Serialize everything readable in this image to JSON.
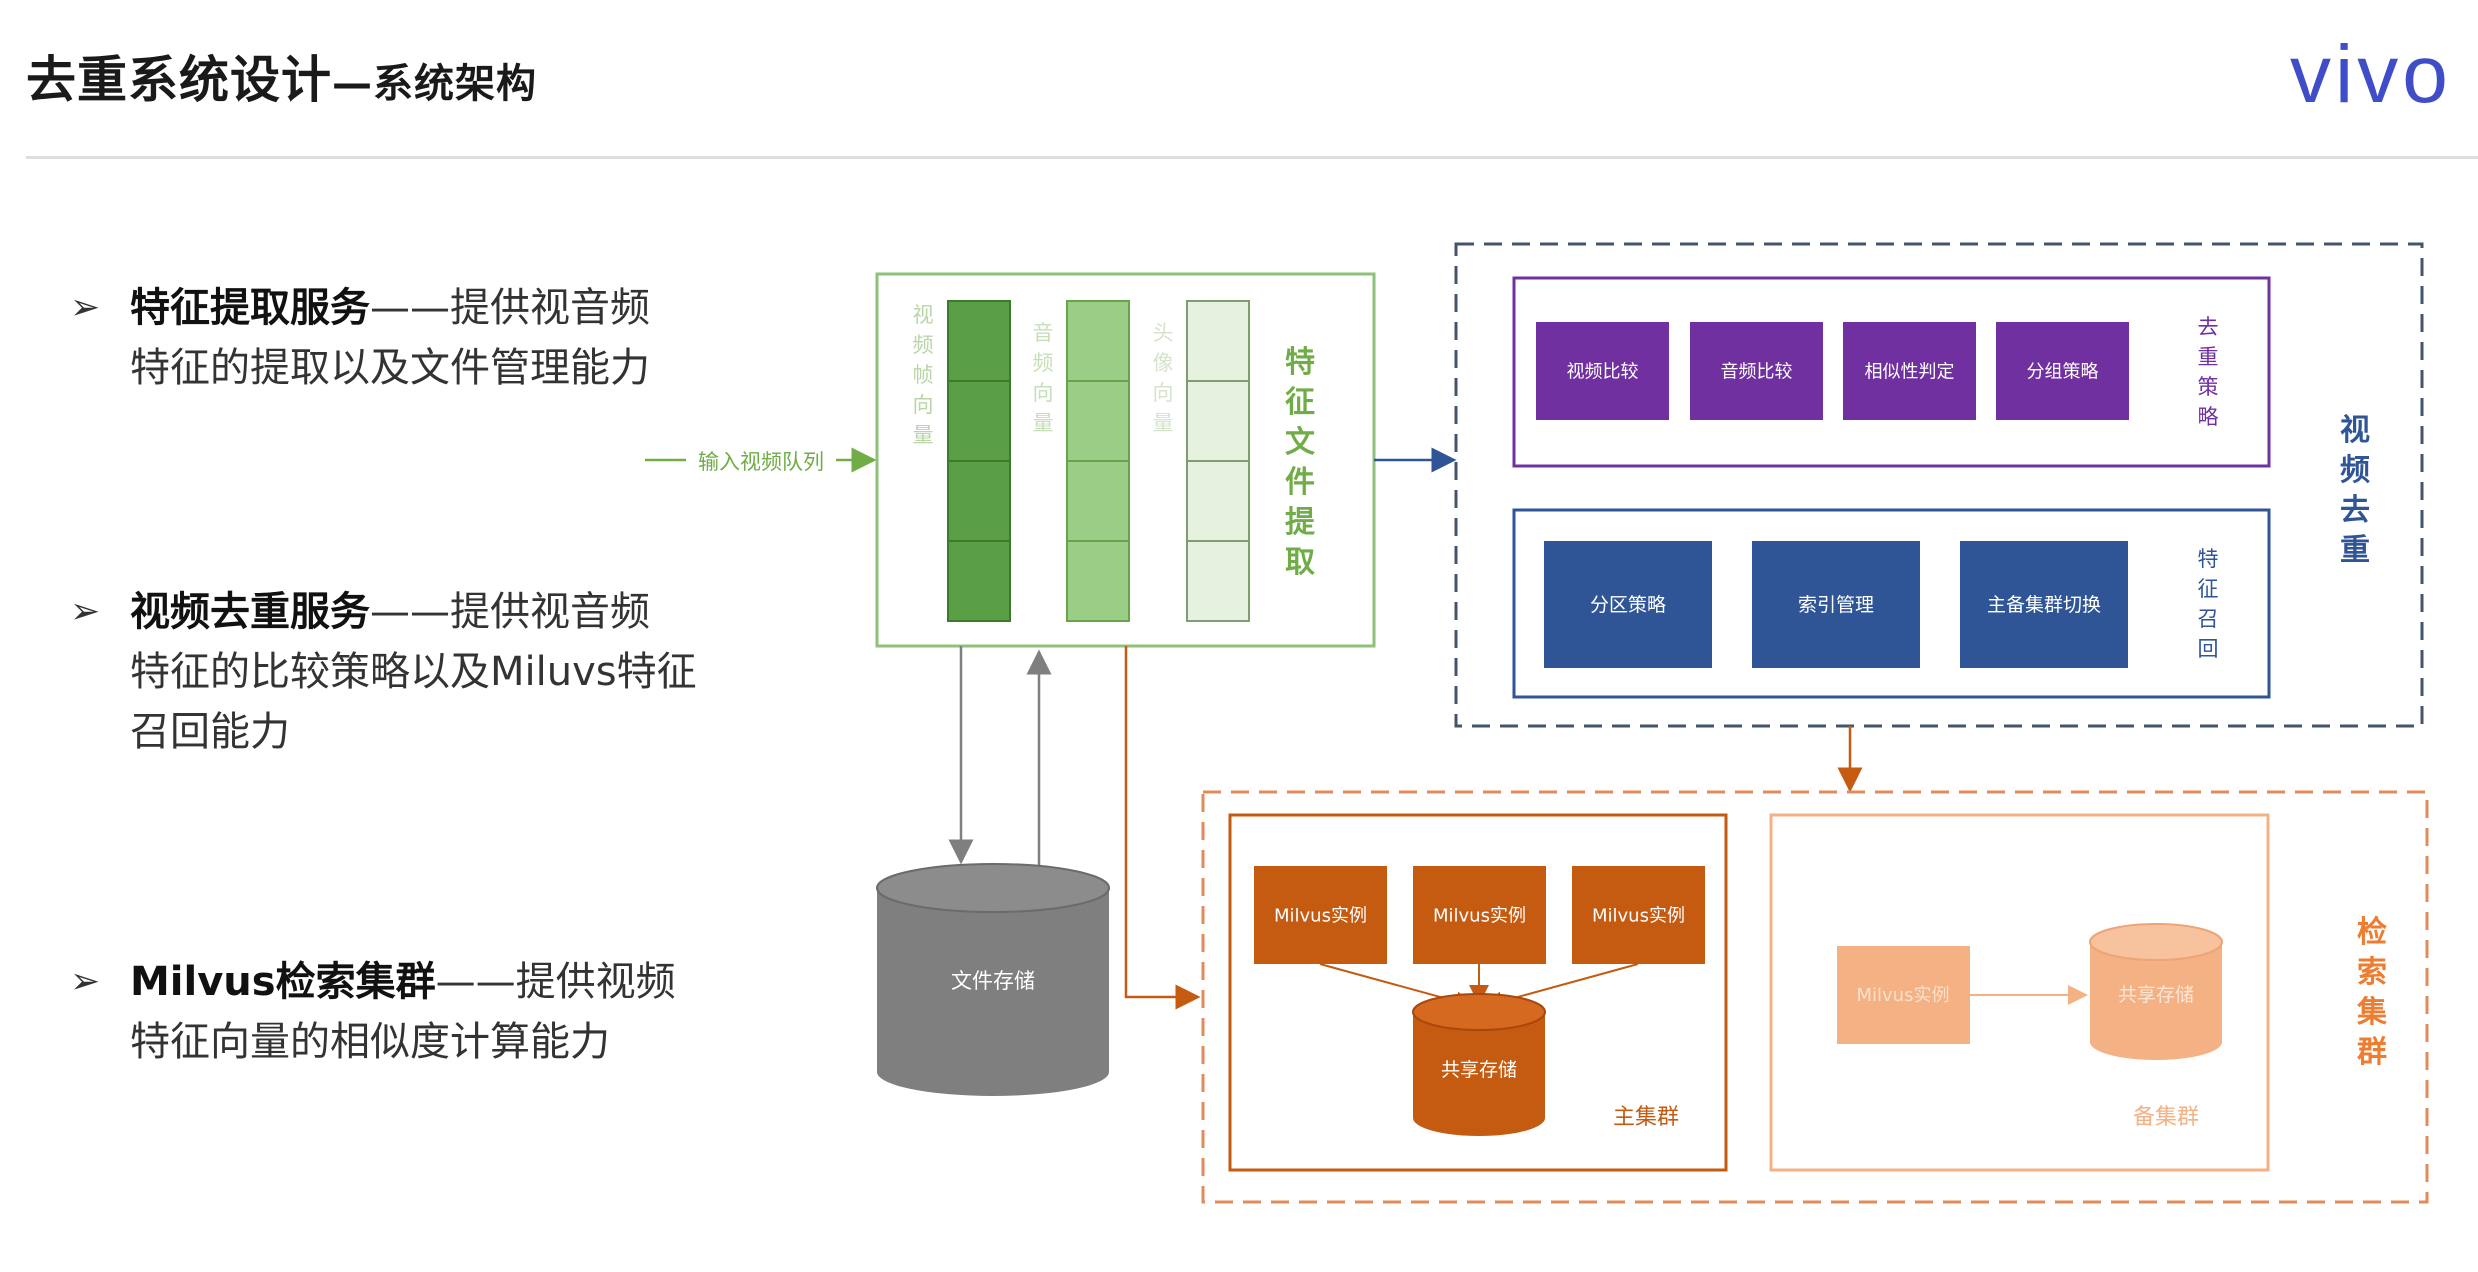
{
  "header": {
    "title": "去重系统设计",
    "subtitle": "—系统架构",
    "logo": "vivo"
  },
  "bullets": [
    {
      "bold": "特征提取服务",
      "rest": "——提供视音频",
      "line2": "特征的提取以及文件管理能力",
      "line3": ""
    },
    {
      "bold": "视频去重服务",
      "rest": "——提供视音频",
      "line2": "特征的比较策略以及Miluvs特征",
      "line3": "召回能力"
    },
    {
      "bold": "Milvus检索集群",
      "rest": "——提供视频",
      "line2": "特征向量的相似度计算能力",
      "line3": ""
    }
  ],
  "diagram": {
    "input_label": "输入视频队列",
    "extraction": {
      "columns": [
        "视频帧向量",
        "音频向量",
        "头像向量"
      ],
      "label": "特征文件提取"
    },
    "storage": "文件存储",
    "dedup": {
      "label": "视频去重",
      "strategy": {
        "label": "去重策略",
        "items": [
          "视频比较",
          "音频比较",
          "相似性判定",
          "分组策略"
        ]
      },
      "recall": {
        "label": "特征召回",
        "items": [
          "分区策略",
          "索引管理",
          "主备集群切换"
        ]
      }
    },
    "cluster": {
      "label": "检索集群",
      "main": {
        "label": "主集群",
        "instances": [
          "Milvus实例",
          "Milvus实例",
          "Milvus实例"
        ],
        "shared": "共享存储"
      },
      "backup": {
        "label": "备集群",
        "instance": "Milvus实例",
        "shared": "共享存储"
      }
    },
    "colors": {
      "green_border": "#8fc17a",
      "green_dark": "#5a9e45",
      "green_mid": "#9ccd86",
      "green_light": "#e7f1e0",
      "purple": "#7030a0",
      "navy": "#2f5597",
      "dash_blue": "#44546a",
      "orange": "#c55a11",
      "orange_light": "#f4b183",
      "gray": "#7f7f7f"
    }
  }
}
